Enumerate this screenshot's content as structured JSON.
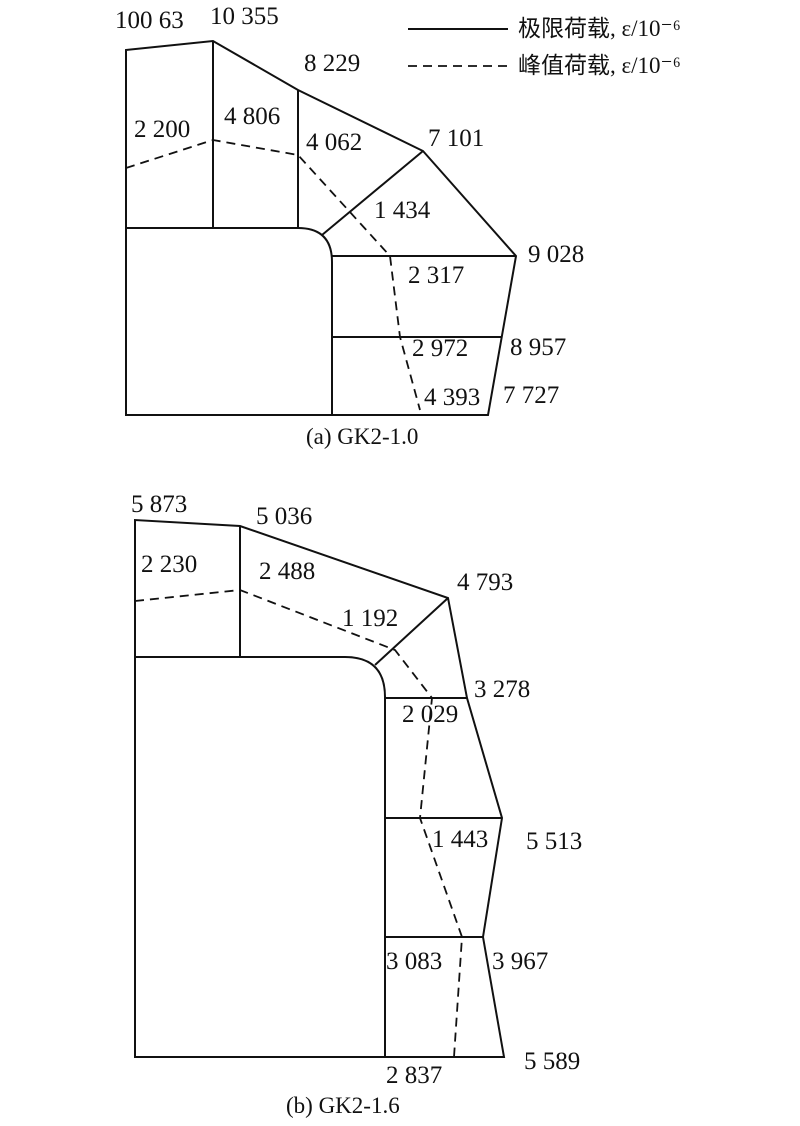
{
  "legend": {
    "solid_label": "极限荷载, ε/10⁻⁶",
    "dashed_label": "峰值荷载, ε/10⁻⁶"
  },
  "panel_a": {
    "caption": "(a) GK2-1.0",
    "ultimate_load_strains": [
      "100 63",
      "10 355",
      "8 229",
      "7 101",
      "9 028",
      "8 957",
      "7 727"
    ],
    "peak_load_strains": [
      "2 200",
      "4 806",
      "4 062",
      "1 434",
      "2 317",
      "2 972",
      "4 393"
    ]
  },
  "panel_b": {
    "caption": "(b) GK2-1.6",
    "ultimate_load_strains": [
      "5 873",
      "5 036",
      "4 793",
      "3 278",
      "5 513",
      "3 967",
      "5 589"
    ],
    "peak_load_strains": [
      "2 230",
      "2 488",
      "1 192",
      "2 029",
      "1 443",
      "3 083",
      "2 837"
    ]
  }
}
